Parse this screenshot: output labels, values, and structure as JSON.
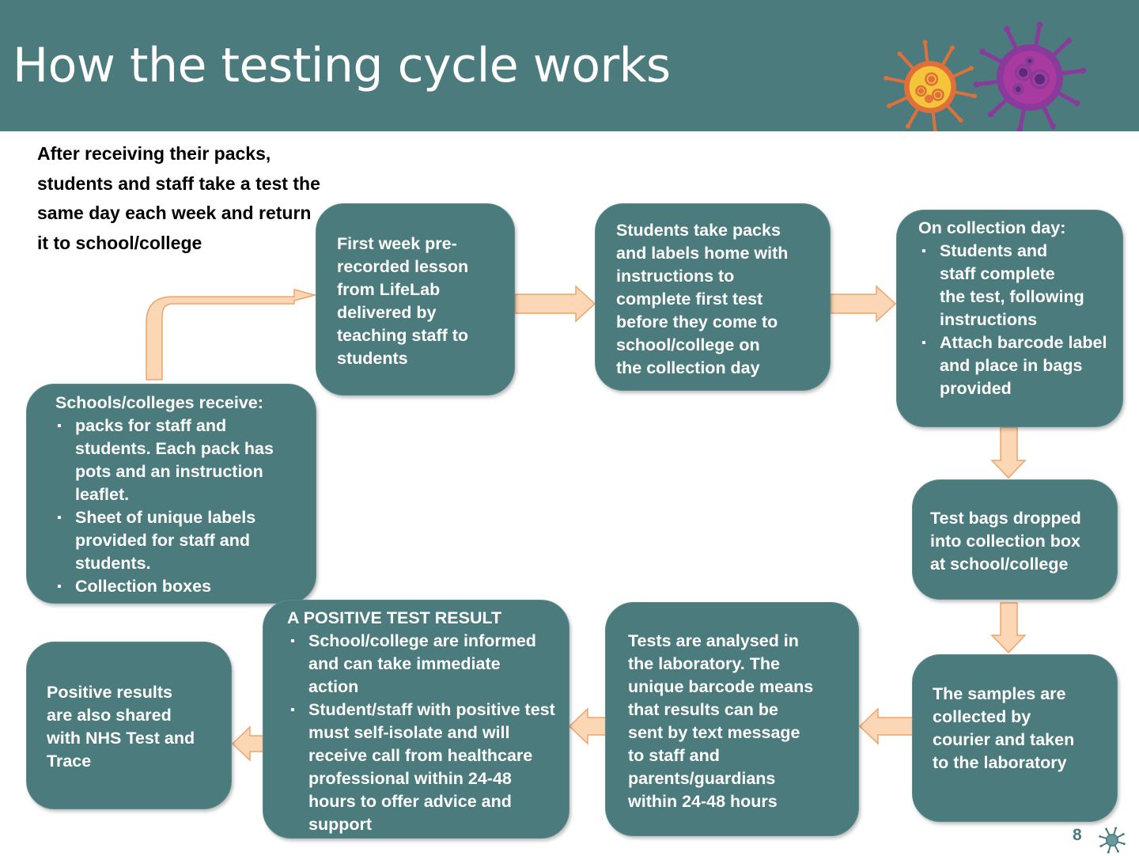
{
  "slide": {
    "title": "How the testing cycle works",
    "intro": "After receiving their packs, students and staff take a test the same day each week and return it to school/college",
    "page_number": "8"
  },
  "colors": {
    "header": "#4b7b7c",
    "box_fill": "#4b7b7c",
    "arrow_fill": "#fbd7b5",
    "arrow_stroke": "#f0a36b",
    "virus_orange": "#e0703a",
    "virus_yellow": "#f4c43a",
    "virus_purple": "#8a3a9b",
    "virus_magenta": "#a83aa0"
  },
  "boxes": {
    "receive": {
      "heading": "Schools/colleges receive:",
      "items": [
        "packs for staff and students. Each pack has pots and an instruction leaflet.",
        "Sheet of unique labels provided for staff and students.",
        "Collection boxes"
      ]
    },
    "lesson": {
      "text": "First week pre-\nrecorded lesson\nfrom LifeLab\ndelivered by\nteaching staff to\nstudents"
    },
    "take_home": {
      "text": "Students take packs\nand labels home with\ninstructions to\ncomplete first test\nbefore they come to\nschool/college on\nthe collection day"
    },
    "collection_day": {
      "heading": "On collection day:",
      "items": [
        "Students and staff complete the test, following instructions",
        "Attach barcode label and place in bags provided"
      ]
    },
    "dropped": {
      "text": "Test bags dropped\ninto collection box\nat school/college"
    },
    "courier": {
      "text": "The samples are\ncollected by\ncourier and taken\nto the laboratory"
    },
    "analysed": {
      "text": "Tests are analysed in\nthe laboratory.  The\nunique barcode means\nthat results can be\nsent by text message\nto staff and\nparents/guardians\nwithin 24-48 hours"
    },
    "positive": {
      "heading": "A POSITIVE TEST RESULT",
      "items": [
        "School/college are informed and can take immediate action",
        "Student/staff with positive test must self-isolate and will receive call from healthcare professional within 24-48 hours to offer advice and support"
      ]
    },
    "nhs": {
      "text": "Positive results\nare also shared\nwith NHS Test and\nTrace"
    }
  },
  "icons": {
    "header_decoration": [
      "orange-virus-icon",
      "purple-virus-icon"
    ],
    "footer": "teal-virus-icon"
  }
}
